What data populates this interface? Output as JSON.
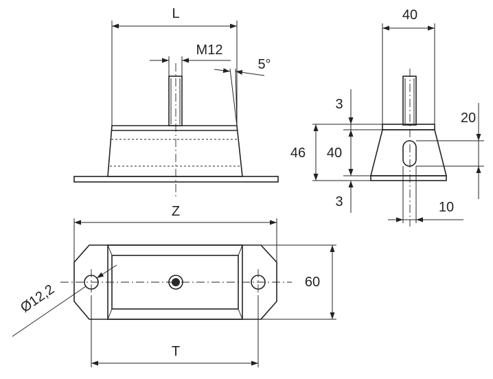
{
  "dimensions": {
    "L": "L",
    "thread": "M12",
    "draft_angle": "5°",
    "width_side": "40",
    "top_plate": "3",
    "height_total": "46",
    "height_body": "40",
    "slot_offset": "20",
    "bottom_plate": "3",
    "slot_width": "10",
    "Z": "Z",
    "width_plan": "60",
    "hole_diameter": "Ø12,2",
    "T": "T"
  }
}
